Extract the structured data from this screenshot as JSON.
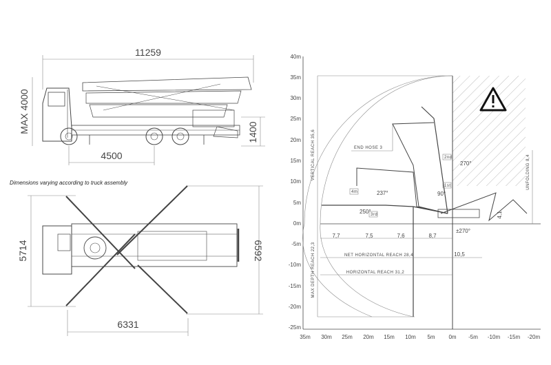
{
  "side_view": {
    "length": "11259",
    "height": "MAX 4000",
    "wheelbase": "4500",
    "rear_height": "1400"
  },
  "note": "Dimensions varying according to truck assembly",
  "top_view": {
    "outrigger_front": "5714",
    "outrigger_rear": "6592",
    "outrigger_length": "6331"
  },
  "reach_diagram": {
    "y_ticks": [
      "40m",
      "35m",
      "30m",
      "25m",
      "20m",
      "15m",
      "10m",
      "5m",
      "0m",
      "-5m",
      "-10m",
      "-15m",
      "-20m",
      "-25m"
    ],
    "x_ticks": [
      "35m",
      "30m",
      "25m",
      "20m",
      "15m",
      "10m",
      "5m",
      "0m",
      "-5m",
      "-10m",
      "-15m",
      "-20m"
    ],
    "vertical_reach": "VERTICAL REACH  35,6",
    "max_depth_reach": "MAX DEPTH REACH  22,3",
    "end_hose": "END HOSE  3",
    "unfolding": "UNFOLDING  8,4",
    "net_horizontal": "NET HORIZONTAL REACH  28,4",
    "horizontal": "HORIZONTAL REACH  31,2",
    "segments": [
      "7,7",
      "7,5",
      "7,6",
      "8,7",
      "10,5",
      "4,1"
    ],
    "angles": [
      "250°",
      "237°",
      "90°",
      "270°",
      "±270°"
    ],
    "arm_labels": [
      "4m",
      "3rd",
      "2nd",
      "1st"
    ],
    "warning_icon": "warning-triangle-icon"
  }
}
